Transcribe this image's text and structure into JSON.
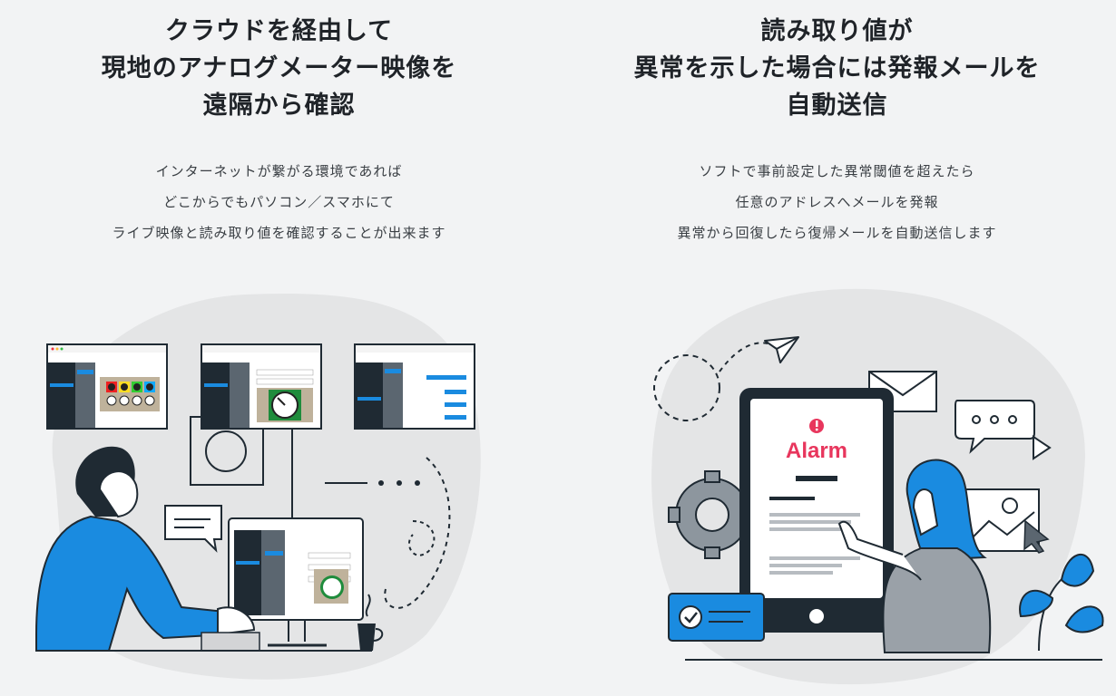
{
  "left": {
    "heading": [
      "クラウドを経由して",
      "現地のアナログメーター映像を",
      "遠隔から確認"
    ],
    "description": [
      "インターネットが繋がる環境であれば",
      "どこからでもパソコン／スマホにて",
      "ライブ映像と読み取り値を確認することが出来ます"
    ],
    "illustration": {
      "icons": [
        "monitor-icon",
        "camera-icon",
        "speech-bubble-icon",
        "coffee-cup-icon",
        "gauge-icon"
      ]
    }
  },
  "right": {
    "heading": [
      "読み取り値が",
      "異常を示した場合には発報メールを",
      "自動送信"
    ],
    "description": [
      "ソフトで事前設定した異常閾値を超えたら",
      "任意のアドレスへメールを発報",
      "異常から回復したら復帰メールを自動送信します"
    ],
    "illustration": {
      "alarm_text": "Alarm",
      "icons": [
        "paper-plane-icon",
        "envelope-icon",
        "chat-bubble-icon",
        "gear-icon",
        "checkmark-icon",
        "image-icon",
        "alert-icon"
      ]
    }
  },
  "colors": {
    "accent_blue": "#1a8be0",
    "dark_navy": "#1f2a33",
    "alarm_red": "#e8365d",
    "blob_gray": "#e4e5e6"
  }
}
